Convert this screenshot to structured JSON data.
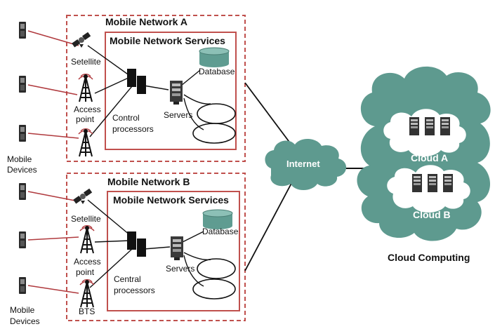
{
  "network_a": {
    "title": "Mobile Network A",
    "services_title": "Mobile Network Services",
    "satellite": "Setellite",
    "access_point": [
      "Access",
      "point"
    ],
    "processors": [
      "Control",
      "processors"
    ],
    "servers": "Servers",
    "database": "Database",
    "devices": [
      "Mobile",
      "Devices"
    ]
  },
  "network_b": {
    "title": "Mobile Network B",
    "services_title": "Mobile Network Services",
    "satellite": "Setellite",
    "access_point": [
      "Access",
      "point"
    ],
    "bts": "BTS",
    "processors": [
      "Central",
      "processors"
    ],
    "servers": "Servers",
    "database": "Database",
    "devices": [
      "Mobile",
      "Devices"
    ]
  },
  "internet": "Internet",
  "cloud": {
    "a": "Cloud A",
    "b": "Cloud B",
    "caption": "Cloud Computing"
  },
  "colors": {
    "network_border": "#c0504d",
    "link_line": "#b03a3e",
    "cloud_fill": "#5e9a8f",
    "cloud_inner": "#ffffff"
  }
}
